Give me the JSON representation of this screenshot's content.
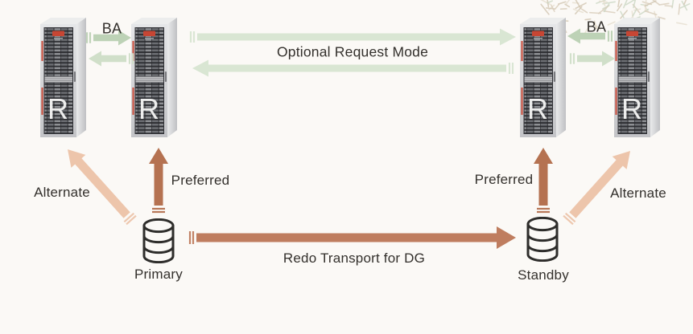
{
  "diagram": {
    "rack_letter": "R",
    "labels": {
      "ba_left": "BA",
      "ba_right": "BA",
      "optional_request_mode": "Optional Request Mode",
      "preferred_left": "Preferred",
      "preferred_right": "Preferred",
      "alternate_left": "Alternate",
      "alternate_right": "Alternate",
      "redo_transport": "Redo Transport for DG"
    },
    "nodes": {
      "primary": "Primary",
      "standby": "Standby"
    },
    "colors": {
      "background": "#fbf9f6",
      "green_strong": "#bdd2b6",
      "green_soft": "#d0dfc9",
      "green_long": "#d9e6d3",
      "terracotta": "#bf7d5f",
      "brown": "#b57251",
      "peach": "#edc5ab",
      "oracle_red": "#c74634",
      "text": "#33302c"
    }
  }
}
